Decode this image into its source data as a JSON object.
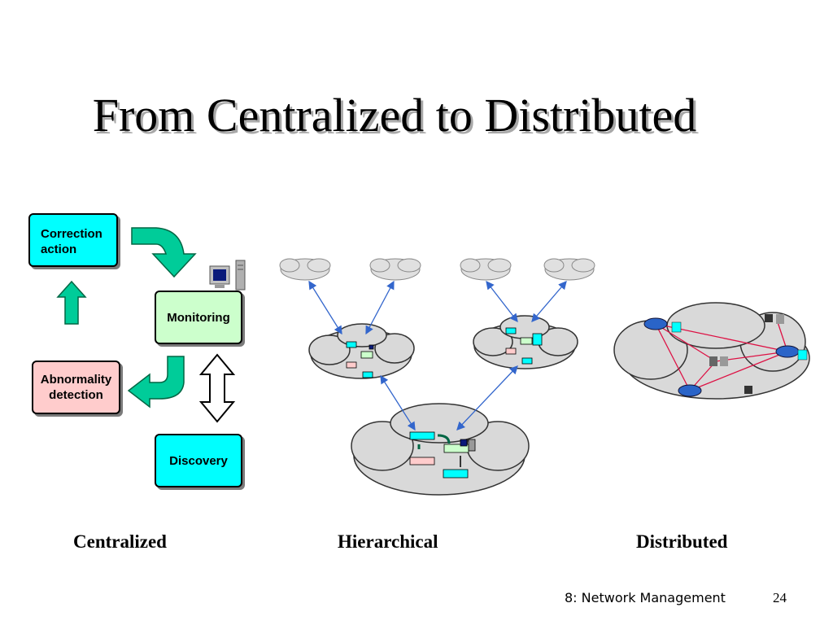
{
  "slide": {
    "title": "From Centralized to Distributed",
    "footer": "8: Network Management",
    "page_number": "24"
  },
  "centralized": {
    "correction_label": "Correction action",
    "monitoring_label": "Monitoring",
    "abnormality_label": "Abnormality detection",
    "discovery_label": "Discovery"
  },
  "captions": {
    "centralized": "Centralized",
    "hierarchical": "Hierarchical",
    "distributed": "Distributed"
  },
  "colors": {
    "cyan": "#00ffff",
    "light_green": "#ccffcc",
    "pink": "#ffcccc",
    "arrow_green": "#00cc99",
    "cloud_gray": "#d9d9d9",
    "link_blue": "#3366cc",
    "link_red": "#dd1144"
  }
}
